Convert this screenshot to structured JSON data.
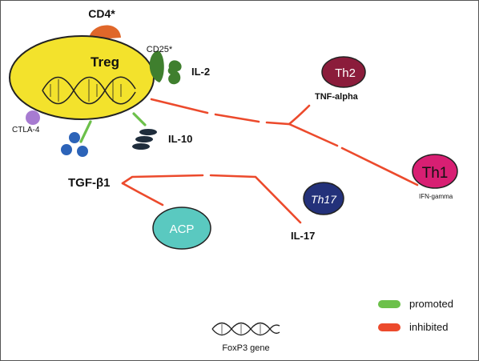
{
  "colors": {
    "treg": "#f3e22c",
    "cd4": "#e0672a",
    "cd25": "#3f7f2e",
    "ctla4": "#a77bd1",
    "tgf_dots": "#2c63b8",
    "il10_discs": "#1f2d3c",
    "th2": "#8b1c3b",
    "th1": "#d81f73",
    "th17": "#23317a",
    "acp": "#5ac9c0",
    "promoted": "#6cc04a",
    "inhibited": "#ec4a2c"
  },
  "labels": {
    "treg": "Treg",
    "cd4": "CD4*",
    "cd25": "CD25*",
    "il2": "IL-2",
    "ctla4": "CTLA-4",
    "il10": "IL-10",
    "tgfb1": "TGF-β1",
    "th2": "Th2",
    "tnf_alpha": "TNF-alpha",
    "th1": "Th1",
    "ifn_gamma": "IFN-gamma",
    "th17": "Th17",
    "il17": "IL-17",
    "acp": "ACP",
    "foxp3": "FoxP3 gene"
  },
  "legend": {
    "promoted": "promoted",
    "inhibited": "inhibited"
  }
}
